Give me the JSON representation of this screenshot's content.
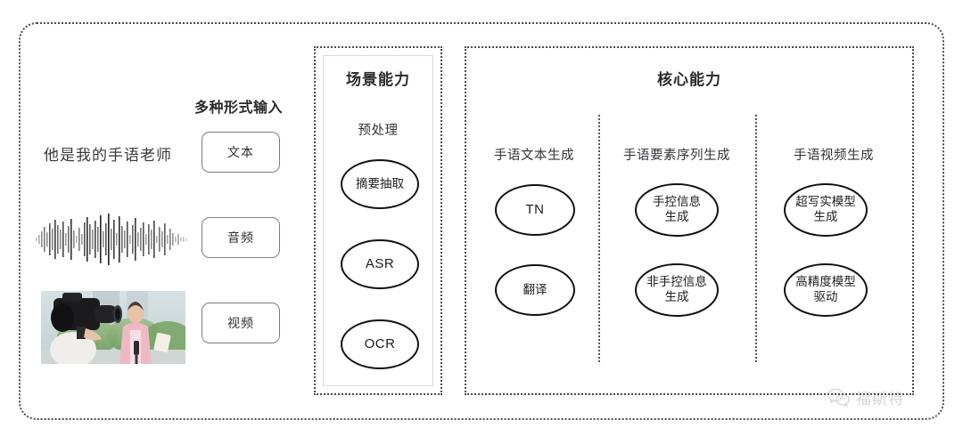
{
  "input": {
    "heading": "多种形式输入",
    "sample_sentence": "他是我的手语老师",
    "modalities": [
      {
        "label": "文本",
        "icon": "text-sample"
      },
      {
        "label": "音频",
        "icon": "audio-waveform"
      },
      {
        "label": "视频",
        "icon": "video-thumbnail"
      }
    ]
  },
  "scene_panel": {
    "title": "场景能力",
    "group_title": "预处理",
    "nodes": [
      {
        "label": "摘要抽取",
        "lang": "zh"
      },
      {
        "label": "ASR",
        "lang": "en"
      },
      {
        "label": "OCR",
        "lang": "en"
      }
    ]
  },
  "core_panel": {
    "title": "核心能力",
    "columns": [
      {
        "title": "手语文本生成",
        "nodes": [
          {
            "label": "TN",
            "lang": "en"
          },
          {
            "label": "翻译",
            "lang": "zh"
          }
        ]
      },
      {
        "title": "手语要素序列生成",
        "nodes": [
          {
            "label": "手控信息\n生成",
            "lang": "zh"
          },
          {
            "label": "非手控信息\n生成",
            "lang": "zh"
          }
        ]
      },
      {
        "title": "手语视频生成",
        "nodes": [
          {
            "label": "超写实模型\n生成",
            "lang": "zh"
          },
          {
            "label": "高精度模型\n驱动",
            "lang": "zh"
          }
        ]
      }
    ]
  },
  "watermark": {
    "text": "福斯特",
    "icon": "wechat-icon"
  },
  "colors": {
    "frame": "#4a4a55",
    "node_border": "#111111",
    "chip_border": "#7c7c85",
    "text": "#2b2b2b",
    "background": "#ffffff"
  }
}
